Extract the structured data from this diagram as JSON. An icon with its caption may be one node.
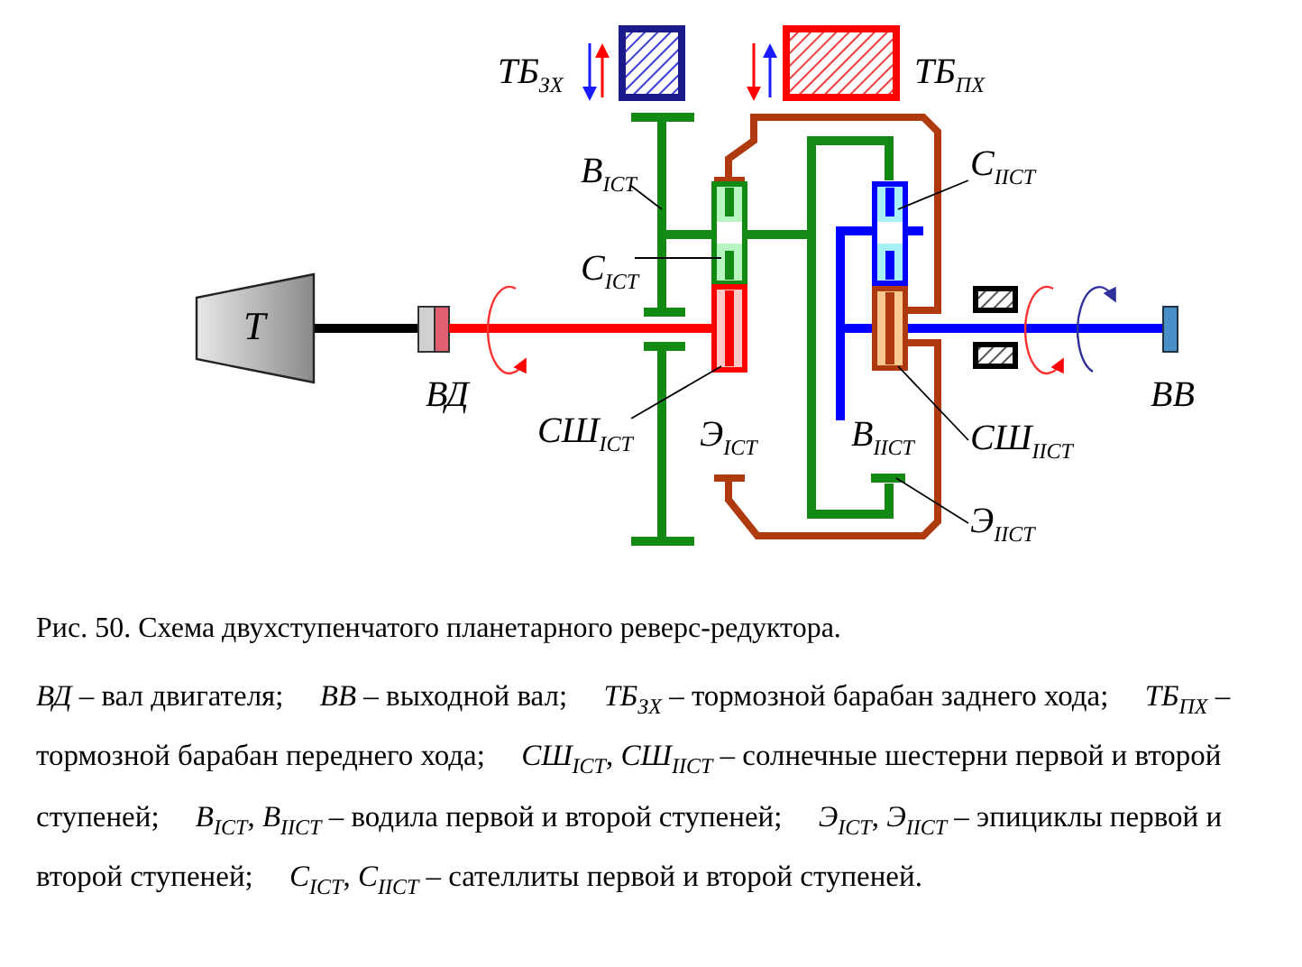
{
  "diagram": {
    "caption": "Рис. 50. Схема двухступенчатого планетарного реверс-редуктора.",
    "nodes": [
      {
        "text": [
          "Т"
        ]
      },
      {
        "text": [
          "В$_{IСТ}$"
        ]
      },
      {
        "text": [],
        "shape": "bar"
      },
      {
        "text": [
          "С$_{IСТ}$"
        ]
      },
      {
        "text": [],
        "shape": "box"
      },
      {
        "text": [
          "СШ$_{IСТ}$"
        ]
      },
      {
        "text": [],
        "shape": "box"
      },
      {
        "text": [
          "С$_{IIСТ}$"
        ]
      },
      {
        "text": [],
        "shape": "box"
      },
      {
        "text": [
          "СШ$_{IIСТ}$"
        ]
      },
      {
        "text": [],
        "shape": "box"
      },
      {
        "text": [
          "Э$_{IIСТ}$"
        ]
      },
      {
        "text": [],
        "shape": "bar"
      }
    ],
    "edges": [
      {
        "from": 1,
        "to": 2,
        "arrow": "none"
      },
      {
        "from": 3,
        "to": 4,
        "arrow": "none"
      },
      {
        "from": 5,
        "to": 6,
        "arrow": "none"
      },
      {
        "from": 7,
        "to": 8,
        "arrow": "none"
      },
      {
        "from": 9,
        "to": 10,
        "arrow": "none"
      },
      {
        "from": 11,
        "to": 12,
        "arrow": "none"
      }
    ],
    "labels": [
      "ТБ$_{ЗХ}$",
      "ТБ$_{ПХ}$",
      "ВД",
      "Э$_{IСТ}$",
      "В$_{IIСТ}$",
      "ВВ",
      "*ВД* – вал двигателя;",
      "*ВВ* – выходной вал;",
      "*ТБ*$_{ЗХ}$ – тормозной барабан заднего хода;",
      "*ТБ*$_{ПХ}$ – тормозной барабан переднего хода;",
      "*СШ*$_{IСТ}$, *СШ*$_{IIСТ}$ – солнечные шестерни первой и второй ступеней;",
      "*В*$_{IСТ}$, *В*$_{IIСТ}$ – водила первой и второй ступеней;",
      "*Э*$_{IСТ}$, *Э*$_{IIСТ}$ – эпициклы первой и второй ступеней;",
      "*С*$_{IСТ}$, *С*$_{IIСТ}$ – сателлиты первой и второй ступеней."
    ]
  }
}
